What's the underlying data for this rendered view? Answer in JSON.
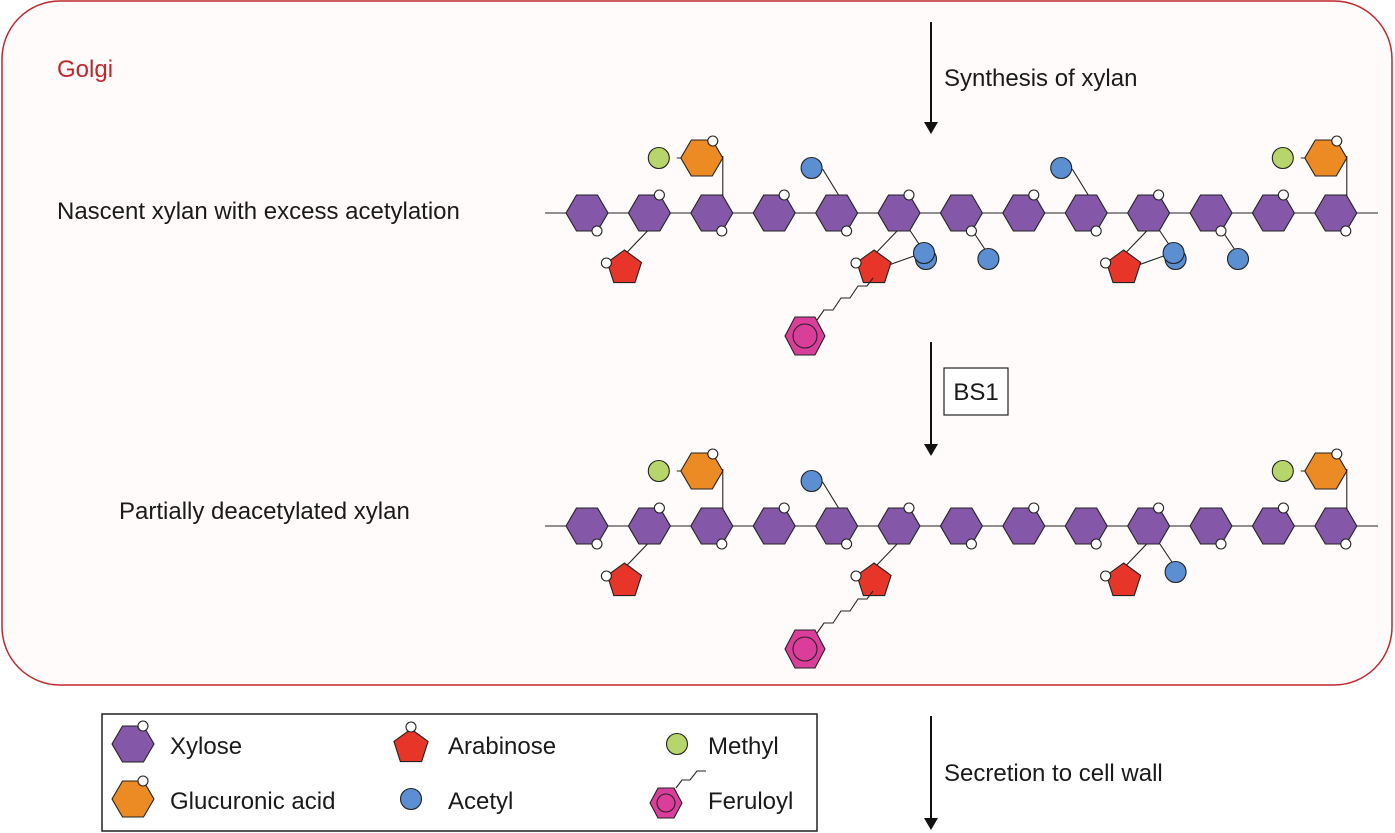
{
  "region_label": "Golgi",
  "colors": {
    "region_border": "#c0272d",
    "region_fill": "#fffbfa",
    "region_label": "#c0272d",
    "xylose": "#8457a8",
    "glucuronic_acid": "#ec8a24",
    "arabinose": "#e8352a",
    "methyl": "#b6d66b",
    "acetyl": "#5b8fd1",
    "feruloyl": "#db3e9a",
    "outline": "#222222"
  },
  "steps": {
    "synthesis": "Synthesis of xylan",
    "enzyme": "BS1",
    "secretion": "Secretion to cell wall"
  },
  "chains": [
    {
      "label": "Nascent xylan with excess acetylation",
      "acetyl_positions": [
        4,
        5,
        6,
        8,
        9,
        10
      ],
      "arabinose_acetylated": [
        5,
        9
      ]
    },
    {
      "label": "Partially deacetylated xylan",
      "acetyl_positions": [
        4,
        9
      ],
      "arabinose_acetylated": []
    }
  ],
  "legend": [
    {
      "label": "Xylose",
      "icon": "xylose-icon"
    },
    {
      "label": "Arabinose",
      "icon": "arabinose-icon"
    },
    {
      "label": "Methyl",
      "icon": "methyl-icon"
    },
    {
      "label": "Glucuronic acid",
      "icon": "glucuronic-acid-icon"
    },
    {
      "label": "Acetyl",
      "icon": "acetyl-icon"
    },
    {
      "label": "Feruloyl",
      "icon": "feruloyl-icon"
    }
  ]
}
